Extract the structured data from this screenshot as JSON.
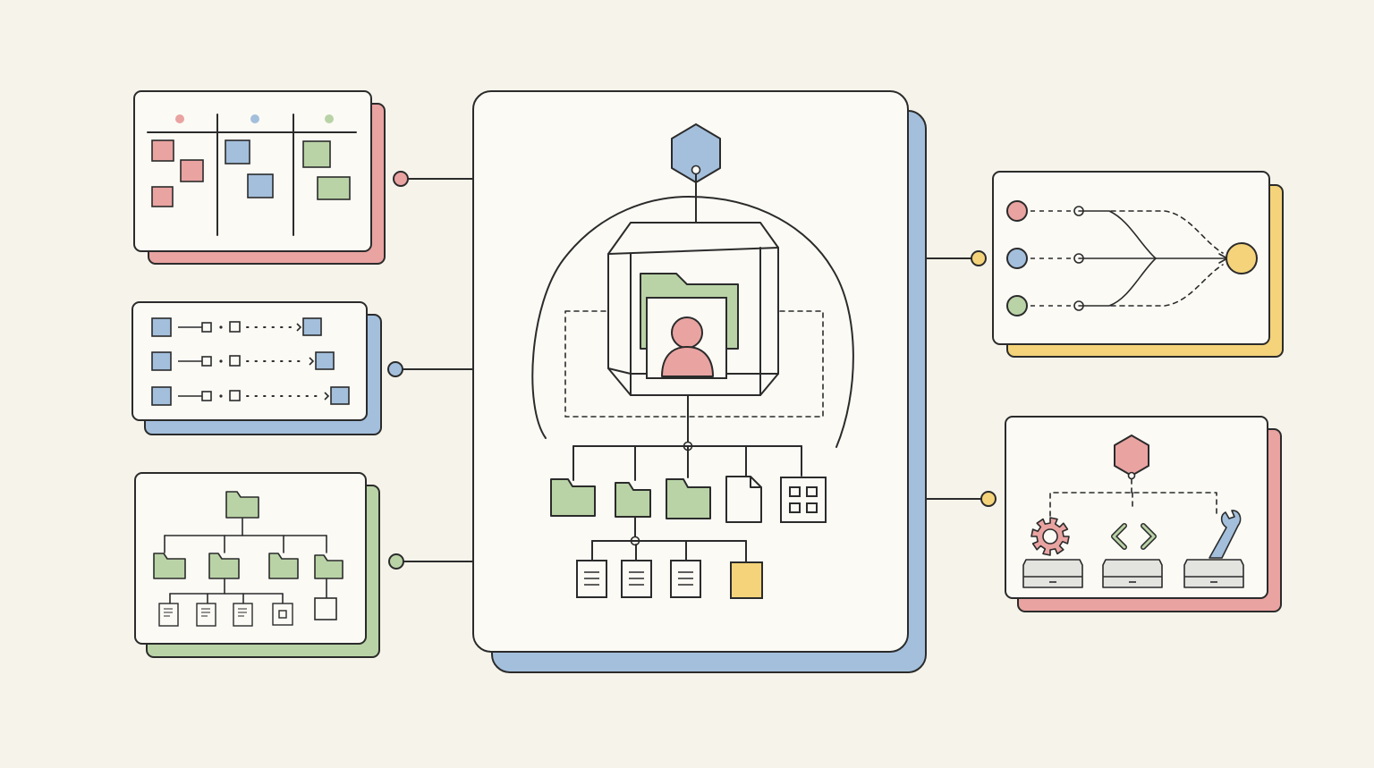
{
  "colors": {
    "background": "#f6f3ea",
    "paper": "#fbfaf5",
    "ink": "#2b2b2b",
    "red": "#e9a3a1",
    "blue": "#a3bfdc",
    "green": "#b9d3a6",
    "yellow": "#f4d37a",
    "gray": "#e3e3e0"
  },
  "panels": [
    {
      "id": "kanban-board",
      "shadow_color": "red",
      "connector_color": "red"
    },
    {
      "id": "pipeline-flow",
      "shadow_color": "blue",
      "connector_color": "blue"
    },
    {
      "id": "folder-tree",
      "shadow_color": "green",
      "connector_color": "green"
    },
    {
      "id": "central-workspace",
      "shadow_color": "blue"
    },
    {
      "id": "merge-flow",
      "shadow_color": "yellow",
      "connector_color": "yellow"
    },
    {
      "id": "tool-stations",
      "shadow_color": "red",
      "connector_color": "yellow"
    }
  ],
  "icons": [
    "hexagon-icon",
    "user-icon",
    "folder-icon",
    "document-icon",
    "grid-icon",
    "gear-icon",
    "code-brackets-icon",
    "wrench-icon",
    "server-icon"
  ],
  "kanban": {
    "column_colors": [
      "red",
      "blue",
      "green"
    ],
    "cards_per_column": [
      3,
      2,
      2
    ]
  },
  "pipeline": {
    "rows": 3
  },
  "merge": {
    "inputs": [
      "red",
      "blue",
      "green"
    ],
    "output": "yellow"
  },
  "tools": [
    "gear-icon",
    "code-brackets-icon",
    "wrench-icon"
  ]
}
